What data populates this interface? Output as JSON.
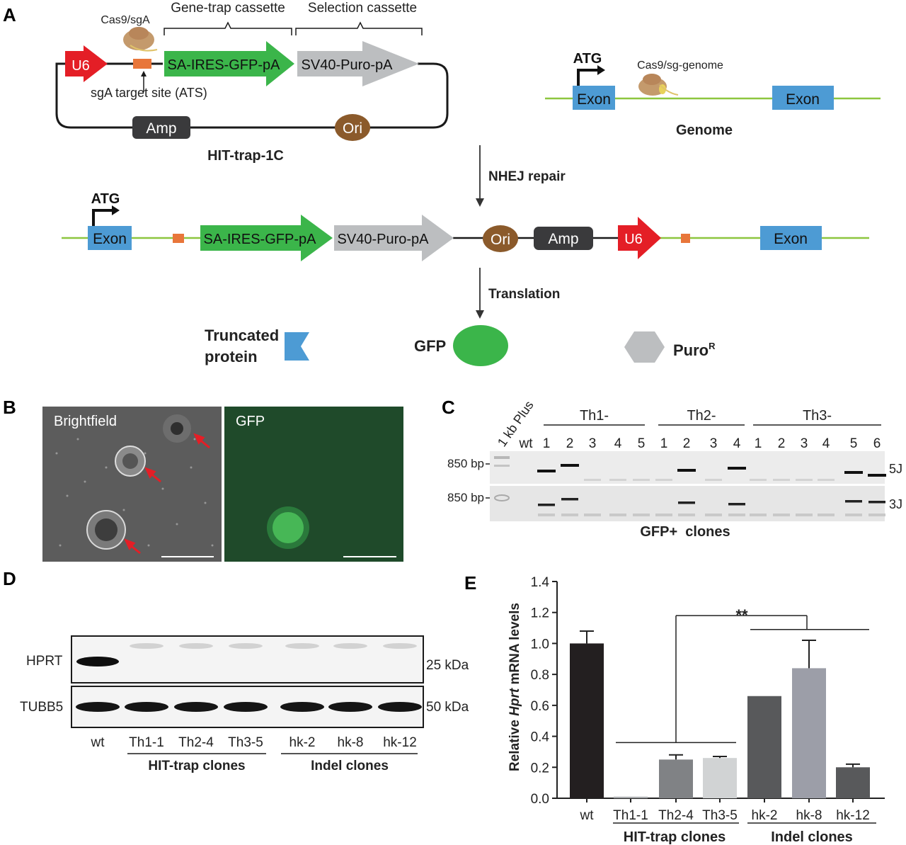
{
  "panel_letters": {
    "a": "A",
    "b": "B",
    "c": "C",
    "d": "D",
    "e": "E"
  },
  "panel_a": {
    "plasmid": {
      "cas9_label": "Cas9/sgA",
      "gene_trap_label": "Gene-trap cassette",
      "selection_label": "Selection cassette",
      "u6": "U6",
      "sa_ires": "SA-IRES-GFP-pA",
      "sv40": "SV40-Puro-pA",
      "ats_label": "sgA target site (ATS)",
      "amp": "Amp",
      "ori": "Ori",
      "name": "HIT-trap-1C"
    },
    "genome": {
      "atg": "ATG",
      "cas9_label": "Cas9/sg-genome",
      "exon1": "Exon",
      "exon2": "Exon",
      "name": "Genome"
    },
    "nhej_label": "NHEJ repair",
    "integrated": {
      "atg": "ATG",
      "exon1": "Exon",
      "sa_ires": "SA-IRES-GFP-pA",
      "sv40": "SV40-Puro-pA",
      "ori": "Ori",
      "amp": "Amp",
      "u6": "U6",
      "exon2": "Exon"
    },
    "translation_label": "Translation",
    "products": {
      "truncated_line1": "Truncated",
      "truncated_line2": "protein",
      "gfp": "GFP",
      "puro": "Puro",
      "puro_sup": "R"
    }
  },
  "panel_b": {
    "brightfield": "Brightfield",
    "gfp": "GFP"
  },
  "panel_c": {
    "ladder": "1 kb Plus",
    "wt": "wt",
    "groups": [
      "Th1-",
      "Th2-",
      "Th3-"
    ],
    "lanes": [
      "1",
      "2",
      "3",
      "4",
      "5",
      "1",
      "2",
      "3",
      "4",
      "1",
      "2",
      "3",
      "4",
      "5",
      "6"
    ],
    "bp_top": "850 bp",
    "bp_bottom": "850 bp",
    "junction_top": "5J",
    "junction_bottom": "3J",
    "caption": "GFP+  clones"
  },
  "panel_d": {
    "hprt": "HPRT",
    "tubb5": "TUBB5",
    "kda_top": "25 kDa",
    "kda_bottom": "50 kDa",
    "lanes": [
      "wt",
      "Th1-1",
      "Th2-4",
      "Th3-5",
      "hk-2",
      "hk-8",
      "hk-12"
    ],
    "group_hit": "HIT-trap clones",
    "group_indel": "Indel clones"
  },
  "chart_data": {
    "type": "bar",
    "categories": [
      "wt",
      "Th1-1",
      "Th2-4",
      "Th3-5",
      "hk-2",
      "hk-8",
      "hk-12"
    ],
    "values": [
      1.0,
      0.01,
      0.25,
      0.26,
      0.66,
      0.84,
      0.2
    ],
    "errors": [
      0.08,
      0.0,
      0.03,
      0.01,
      0.0,
      0.18,
      0.02
    ],
    "colors": [
      "#231f20",
      "#a7a9ac",
      "#808285",
      "#d1d3d4",
      "#58595b",
      "#9c9ea8",
      "#58595b"
    ],
    "ylabel_pre": "Relative ",
    "ylabel_italic": "Hprt",
    "ylabel_post": " mRNA levels",
    "ylim": [
      0,
      1.4
    ],
    "yticks": [
      "0.0",
      "0.2",
      "0.4",
      "0.6",
      "0.8",
      "1.0",
      "1.2",
      "1.4"
    ],
    "significance": "**",
    "group_hit": "HIT-trap clones",
    "group_indel": "Indel clones"
  },
  "colors": {
    "u6": "#e41e26",
    "gfp_green": "#3bb54a",
    "puro_gray": "#bcbec0",
    "exon_blue": "#4d9bd4",
    "ats_orange": "#e8763a",
    "ori_brown": "#8b5a2b",
    "amp_dark": "#3a3a3c",
    "genome_line": "#8dc63f"
  }
}
